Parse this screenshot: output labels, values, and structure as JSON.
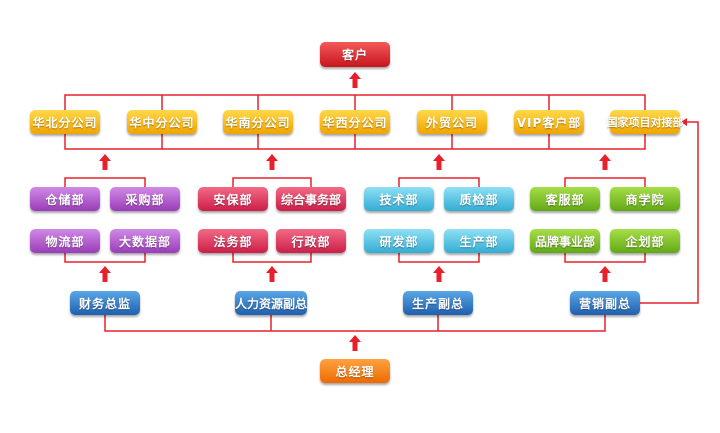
{
  "top": {
    "label": "客户"
  },
  "branches": [
    "华北分公司",
    "华中分公司",
    "华南分公司",
    "华西分公司",
    "外贸公司",
    "VIP客户部",
    "国家项目对接部"
  ],
  "groups": [
    {
      "depts": [
        "仓储部",
        "采购部",
        "物流部",
        "大数据部"
      ],
      "head": "财务总监"
    },
    {
      "depts": [
        "安保部",
        "综合事务部",
        "法务部",
        "行政部"
      ],
      "head": "人力资源副总"
    },
    {
      "depts": [
        "技术部",
        "质检部",
        "研发部",
        "生产部"
      ],
      "head": "生产副总"
    },
    {
      "depts": [
        "客服部",
        "商学院",
        "品牌事业部",
        "企划部"
      ],
      "head": "营销副总"
    }
  ],
  "root": {
    "label": "总经理"
  },
  "colors": {
    "line": "#e8202a",
    "top": "#d8232a",
    "branches": "#f5b800",
    "group_colors": [
      "#b061cf",
      "#e0355c",
      "#5cc6e6",
      "#86c531"
    ],
    "heads": "#2a78c6",
    "root": "#f58220"
  }
}
